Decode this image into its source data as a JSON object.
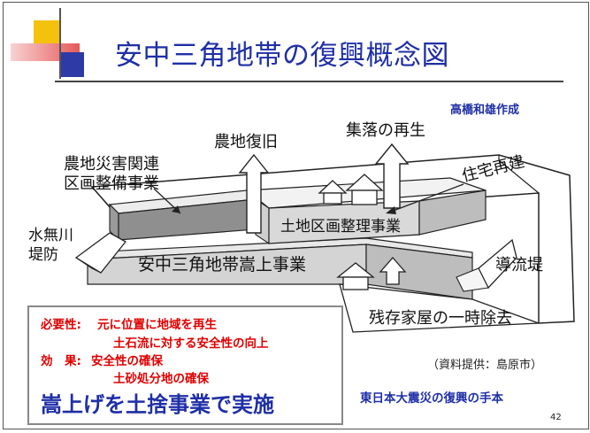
{
  "title": "安中三角地帯の復興概念図",
  "author": "高橋和雄作成",
  "diagram": {
    "farmland_recovery": "農地復旧",
    "village_revival": "集落の再生",
    "housing_rebuild": "住宅再建",
    "farmland_project_line1": "農地災害関連",
    "farmland_project_line2": "区画整備事業",
    "land_readjustment": "土地区画整理事業",
    "levee_line1": "水無川",
    "levee_line2": "堤防",
    "raise_project": "安中三角地帯嵩上事業",
    "guide_dike": "導流堤",
    "temporary_removal": "残存家屋の一時除去"
  },
  "info": {
    "necessity_label": "必要性:",
    "necessity_1": "元に位置に地域を再生",
    "necessity_2": "土石流に対する安全性の向上",
    "effect_label": "効　果:",
    "effect_1": "安全性の確保",
    "effect_2": "土砂処分地の確保",
    "summary": "嵩上げを土捨事業で実施"
  },
  "source": "（資料提供：島原市）",
  "book": "東日本大震災の復興の手本",
  "page_number": "42",
  "colors": {
    "title": "#1f2fa6",
    "accent_red": "#e00000",
    "deco_yellow": "#f4c20d",
    "deco_blue": "#2e3aa6"
  }
}
